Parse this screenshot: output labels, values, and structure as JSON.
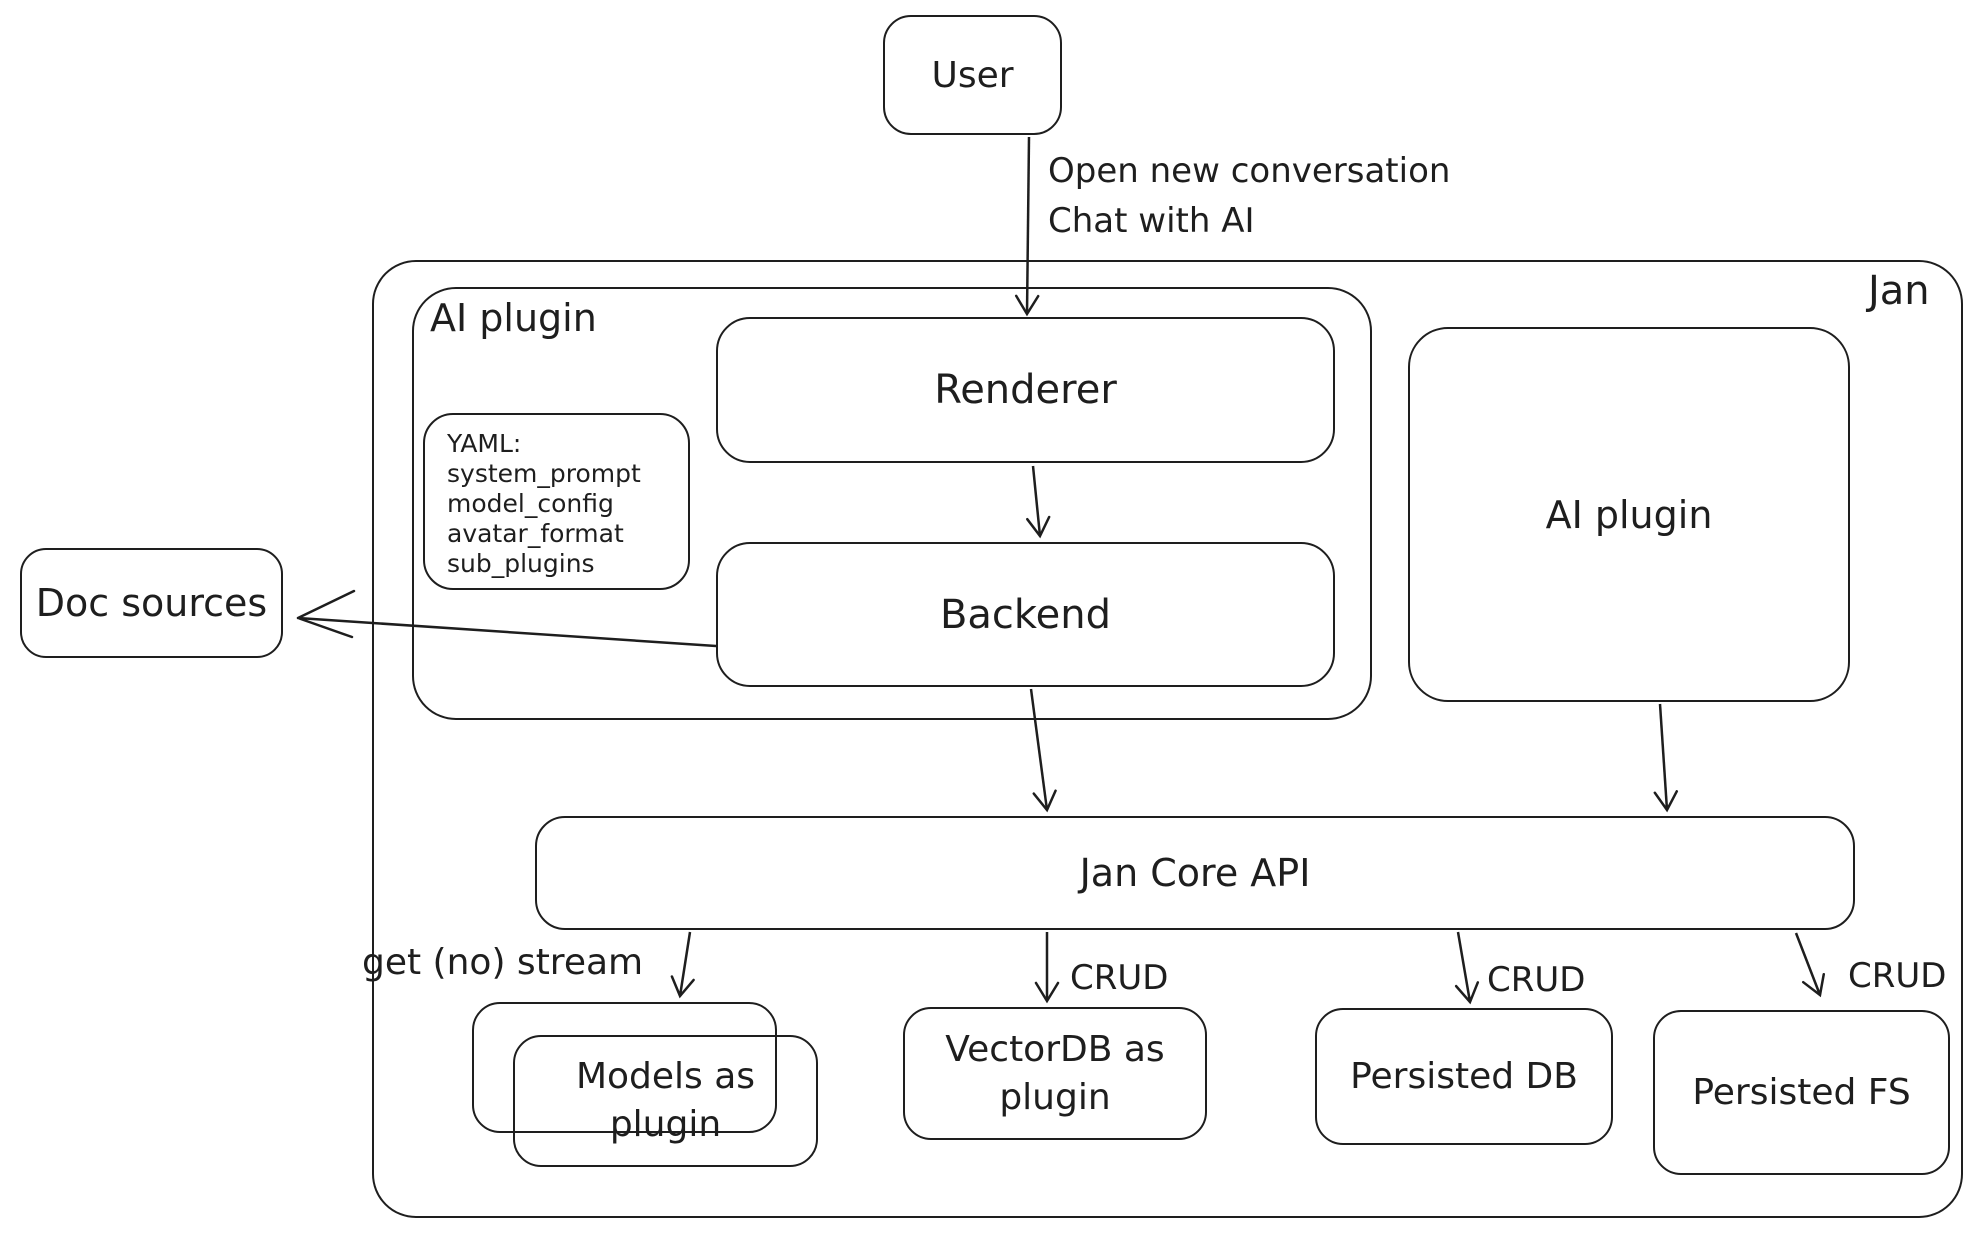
{
  "diagram": {
    "nodes": {
      "user": "User",
      "jan_group": "Jan",
      "ai_plugin_group": "AI plugin",
      "renderer": "Renderer",
      "backend": "Backend",
      "yaml_note": [
        "YAML:",
        "system_prompt",
        "model_config",
        "avatar_format",
        "sub_plugins"
      ],
      "doc_sources": "Doc sources",
      "ai_plugin_box": "AI plugin",
      "jan_core_api": "Jan Core API",
      "models_plugin": [
        "Models as",
        "plugin"
      ],
      "vectordb_plugin": [
        "VectorDB as",
        "plugin"
      ],
      "persisted_db": "Persisted DB",
      "persisted_fs": "Persisted FS"
    },
    "edge_labels": {
      "user_flow": [
        "Open new conversation",
        "Chat with AI"
      ],
      "get_no_stream": "get (no) stream",
      "crud_vectordb": "CRUD",
      "crud_persisted_db": "CRUD",
      "crud_persisted_fs": "CRUD"
    },
    "colors": {
      "stroke": "#1e1e1e",
      "background": "#ffffff"
    }
  }
}
